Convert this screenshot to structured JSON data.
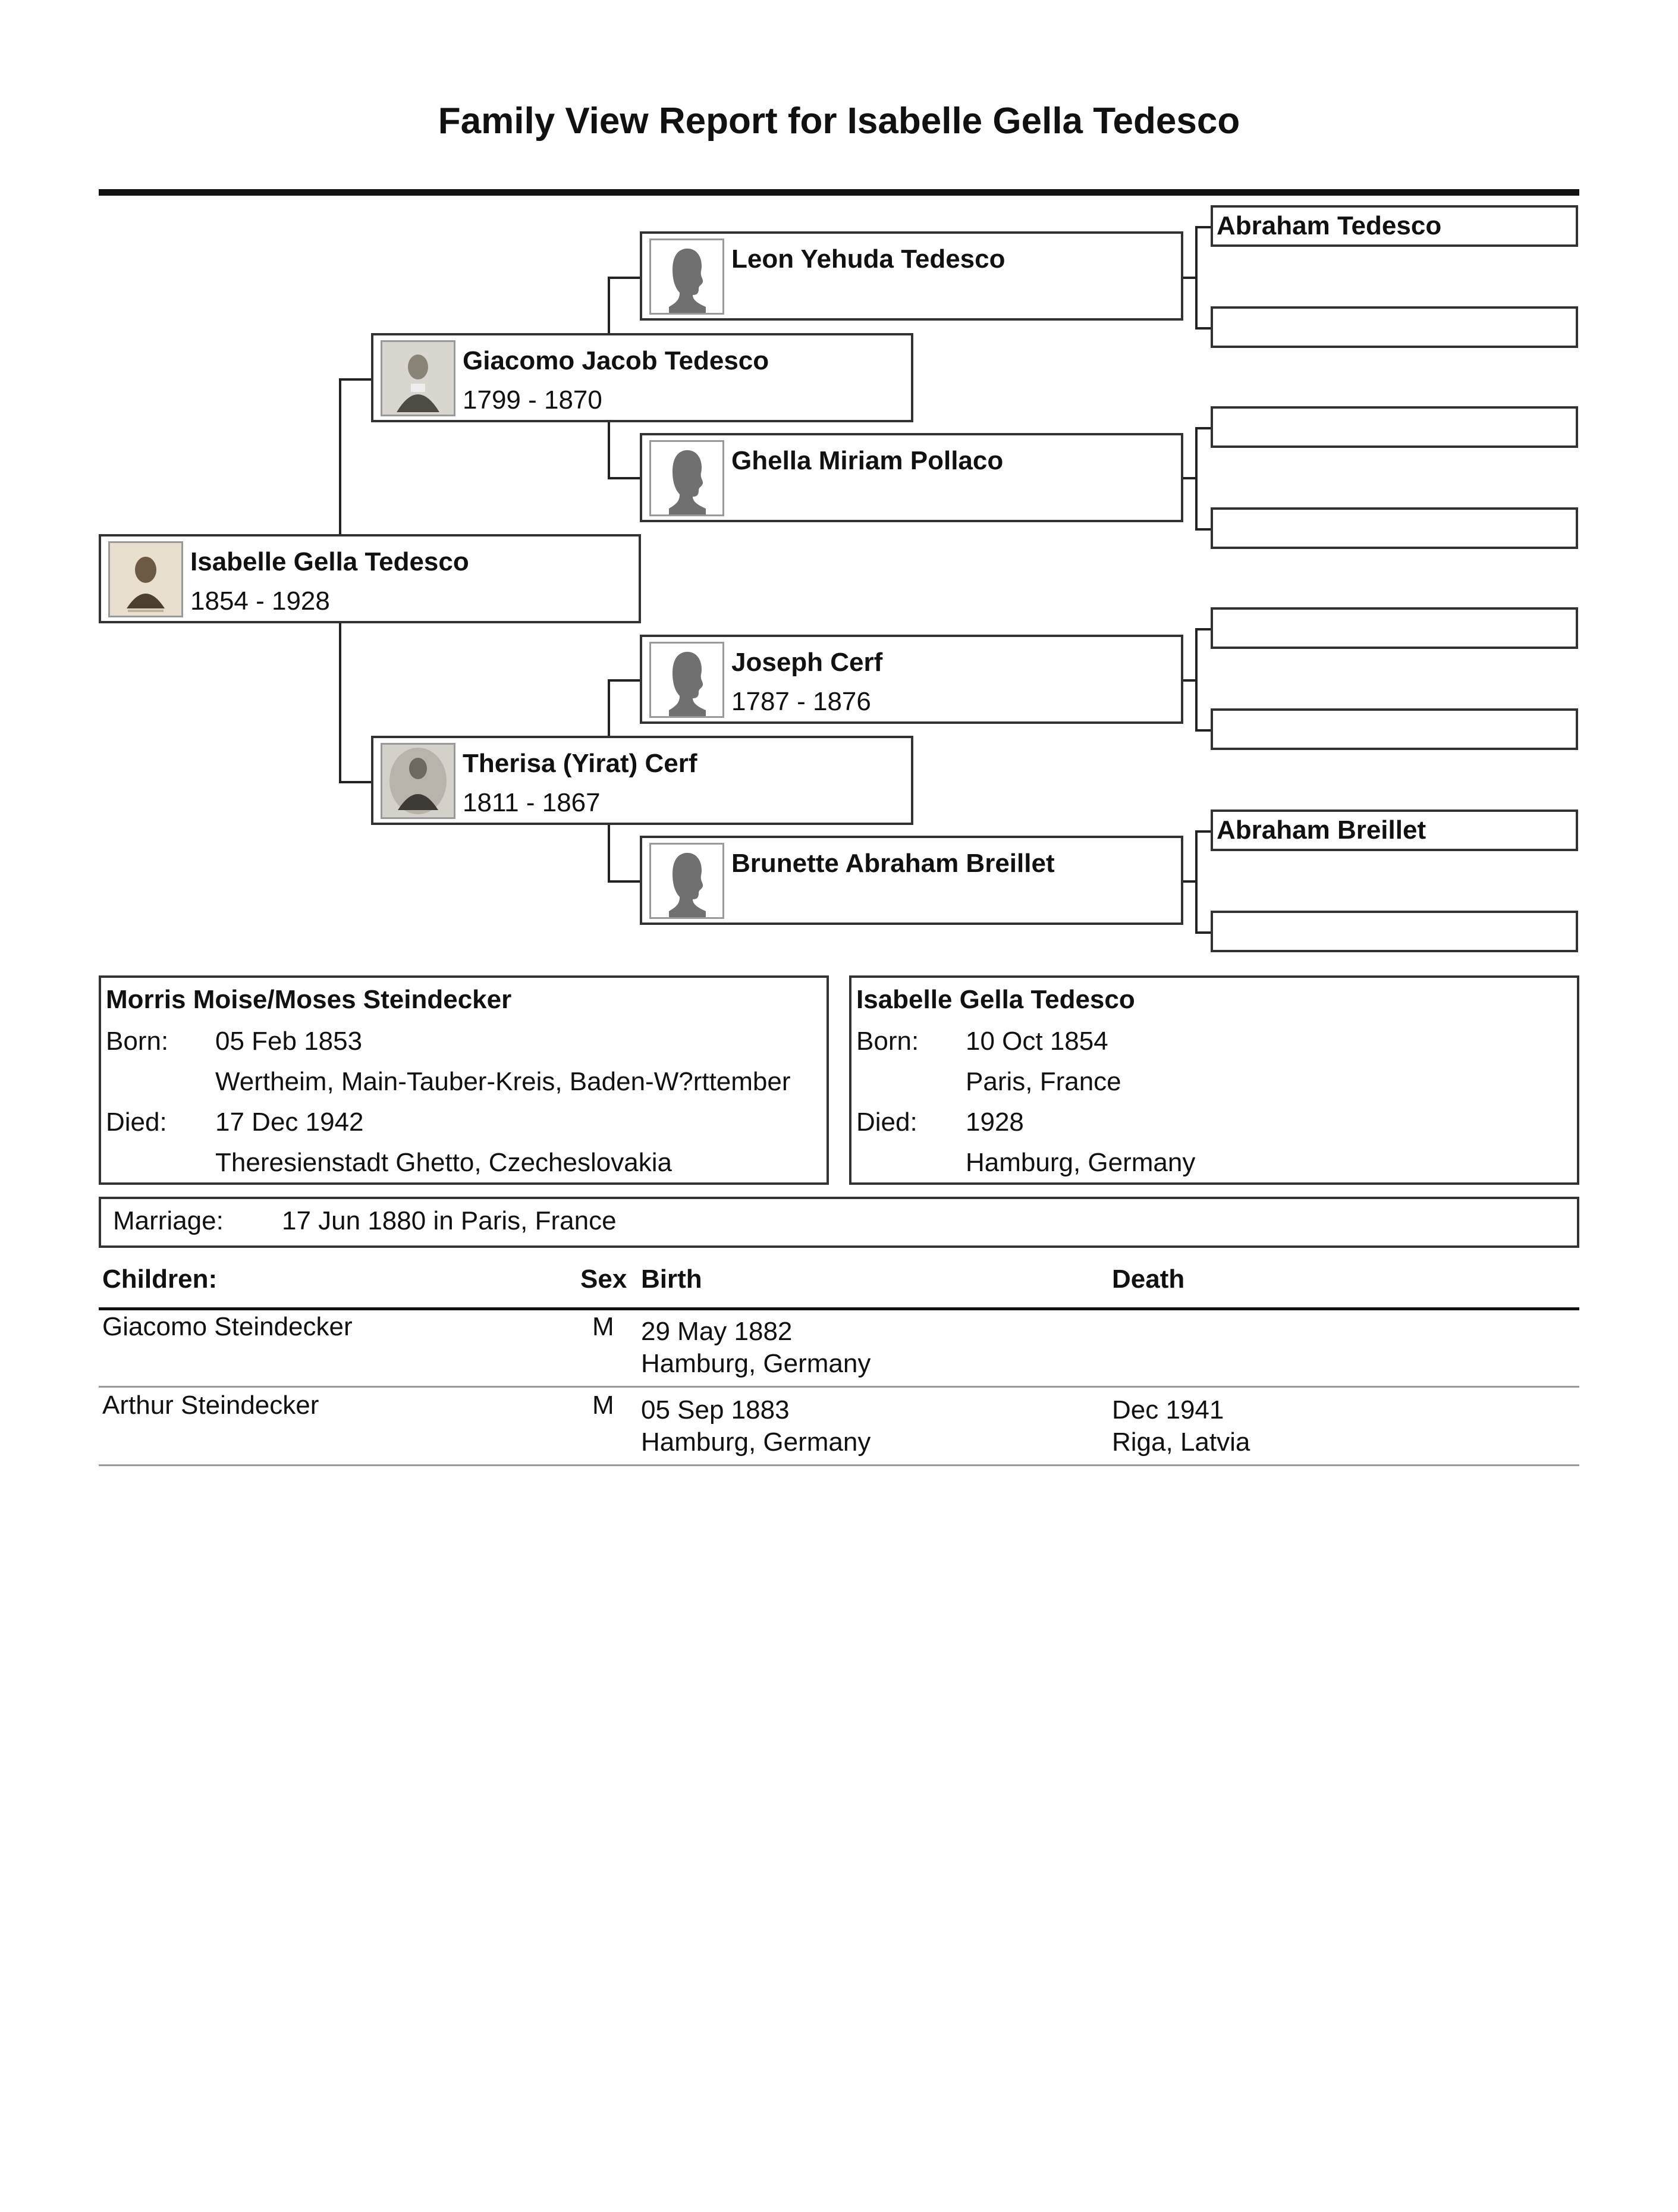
{
  "title": "Family View Report for Isabelle Gella Tedesco",
  "pedigree": {
    "root": {
      "name": "Isabelle Gella Tedesco",
      "dates": "1854 - 1928",
      "photo_icon": "portrait-photo"
    },
    "father": {
      "name": "Giacomo Jacob Tedesco",
      "dates": "1799 - 1870",
      "photo_icon": "portrait-photo"
    },
    "mother": {
      "name": "Therisa (Yirat) Cerf",
      "dates": "1811 - 1867",
      "photo_icon": "portrait-photo"
    },
    "pat_grandfather": {
      "name": "Leon Yehuda Tedesco",
      "dates": "",
      "photo_icon": "silhouette-icon"
    },
    "pat_grandmother": {
      "name": "Ghella Miriam Pollaco",
      "dates": "",
      "photo_icon": "silhouette-icon"
    },
    "mat_grandfather": {
      "name": "Joseph Cerf",
      "dates": "1787 - 1876",
      "photo_icon": "silhouette-icon"
    },
    "mat_grandmother": {
      "name": "Brunette Abraham Breillet",
      "dates": "",
      "photo_icon": "silhouette-icon"
    },
    "great_grandparents": [
      "Abraham Tedesco",
      "",
      "",
      "",
      "",
      "",
      "Abraham Breillet",
      ""
    ]
  },
  "husband": {
    "name": "Morris Moise/Moses Steindecker",
    "born_label": "Born:",
    "born_date": "05 Feb 1853",
    "born_place": "Wertheim, Main-Tauber-Kreis, Baden-W?rttember",
    "died_label": "Died:",
    "died_date": "17 Dec 1942",
    "died_place": "Theresienstadt Ghetto, Czecheslovakia"
  },
  "wife": {
    "name": "Isabelle Gella Tedesco",
    "born_label": "Born:",
    "born_date": "10 Oct 1854",
    "born_place": "Paris, France",
    "died_label": "Died:",
    "died_date": "1928",
    "died_place": "Hamburg, Germany"
  },
  "marriage": {
    "label": "Marriage:",
    "value": "17 Jun 1880 in Paris, France"
  },
  "children": {
    "headers": {
      "name": "Children:",
      "sex": "Sex",
      "birth": "Birth",
      "death": "Death"
    },
    "rows": [
      {
        "name": "Giacomo Steindecker",
        "sex": "M",
        "birth_date": "29 May 1882",
        "birth_place": "Hamburg, Germany",
        "death_date": "",
        "death_place": ""
      },
      {
        "name": "Arthur Steindecker",
        "sex": "M",
        "birth_date": "05 Sep 1883",
        "birth_place": "Hamburg, Germany",
        "death_date": "Dec 1941",
        "death_place": "Riga, Latvia"
      }
    ]
  }
}
